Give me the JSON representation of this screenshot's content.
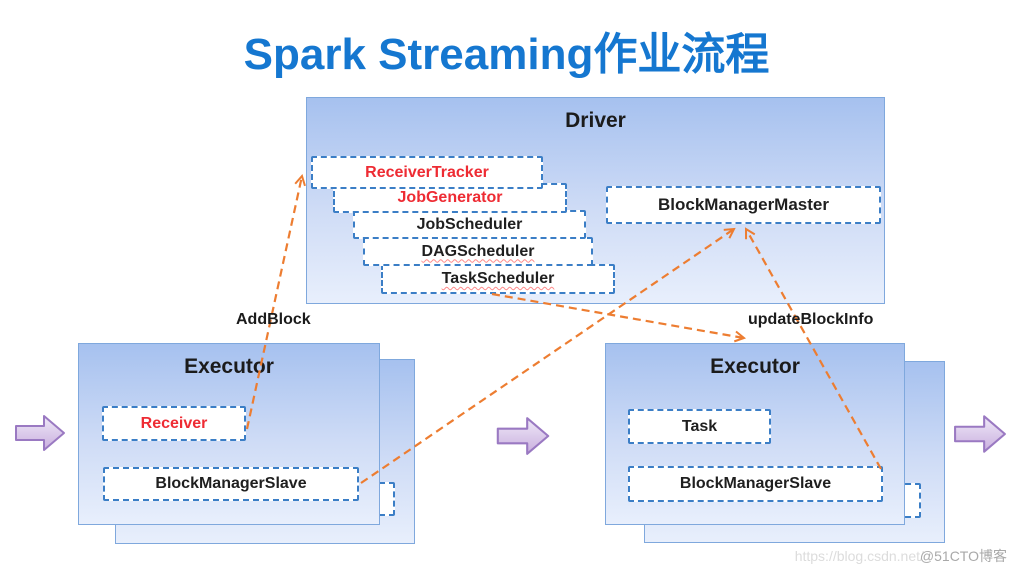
{
  "title": "Spark Streaming作业流程",
  "driver": {
    "label": "Driver",
    "stack": [
      {
        "label": "ReceiverTracker"
      },
      {
        "label": "JobGenerator"
      },
      {
        "label": "JobScheduler"
      },
      {
        "label": "DAGScheduler"
      },
      {
        "label": "TaskScheduler"
      }
    ],
    "master": {
      "label": "BlockManagerMaster"
    }
  },
  "executor_left": {
    "label": "Executor",
    "receiver": "Receiver",
    "block_manager_slave": "BlockManagerSlave"
  },
  "executor_right": {
    "label": "Executor",
    "task": "Task",
    "block_manager_slave": "BlockManagerSlave"
  },
  "edge_labels": {
    "add_block": "AddBlock",
    "update_block_info": "updateBlockInfo"
  },
  "watermark": {
    "url": "https://blog.csdn.net/",
    "handle": "@51CTO博客"
  },
  "colors": {
    "title_blue": "#1577d0",
    "dashed_border_blue": "#3b7ec6",
    "panel_border_blue": "#7fa8dd",
    "accent_red": "#ee2b33",
    "connector_orange": "#ed7d31",
    "flow_arrow_purple": "#9a79c2"
  }
}
